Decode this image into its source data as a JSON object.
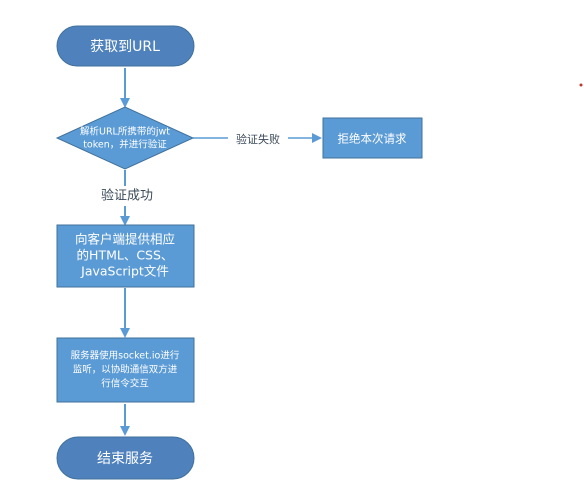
{
  "colors": {
    "node_fill": "#5b9bd5",
    "node_stroke": "#41719c",
    "terminal_fill": "#4f81bd",
    "arrow": "#5b9bd5",
    "dot": "#c0392b"
  },
  "nodes": {
    "start": {
      "label": "获取到URL"
    },
    "verify": {
      "lines": [
        "解析URL所携带的jwt",
        "token，并进行验证"
      ]
    },
    "reject": {
      "label": "拒绝本次请求"
    },
    "serve": {
      "lines": [
        "向客户端提供相应",
        "的HTML、CSS、",
        "JavaScript文件"
      ]
    },
    "socket": {
      "lines": [
        "服务器使用socket.io进行",
        "监听，以协助通信双方进",
        "行信令交互"
      ]
    },
    "end": {
      "label": "结束服务"
    }
  },
  "edges": {
    "fail_label": "验证失败",
    "success_label": "验证成功"
  }
}
